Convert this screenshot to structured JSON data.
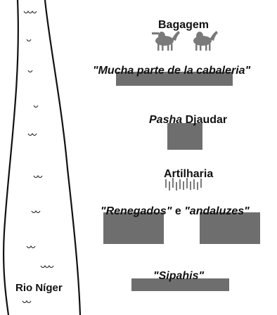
{
  "river": {
    "label": "Rio Níger"
  },
  "units": {
    "baggage": {
      "label": "Bagagem",
      "icon": "camel-icon"
    },
    "cavalry": {
      "label": "\"Mucha parte de la cabaleria\""
    },
    "commander": {
      "title": "Pasha",
      "name": " Djaudar"
    },
    "artillery": {
      "label": "Artilharia",
      "icon": "cannon-icon"
    },
    "renegades": {
      "part1": "\"Renegados\"",
      "conj": " e ",
      "part2": "\"andaluzes\""
    },
    "sipahis": {
      "label": "\"Sipahis\""
    }
  },
  "colors": {
    "block": "#6e6e6e",
    "ink": "#111111",
    "icon": "#7a7a7a"
  }
}
